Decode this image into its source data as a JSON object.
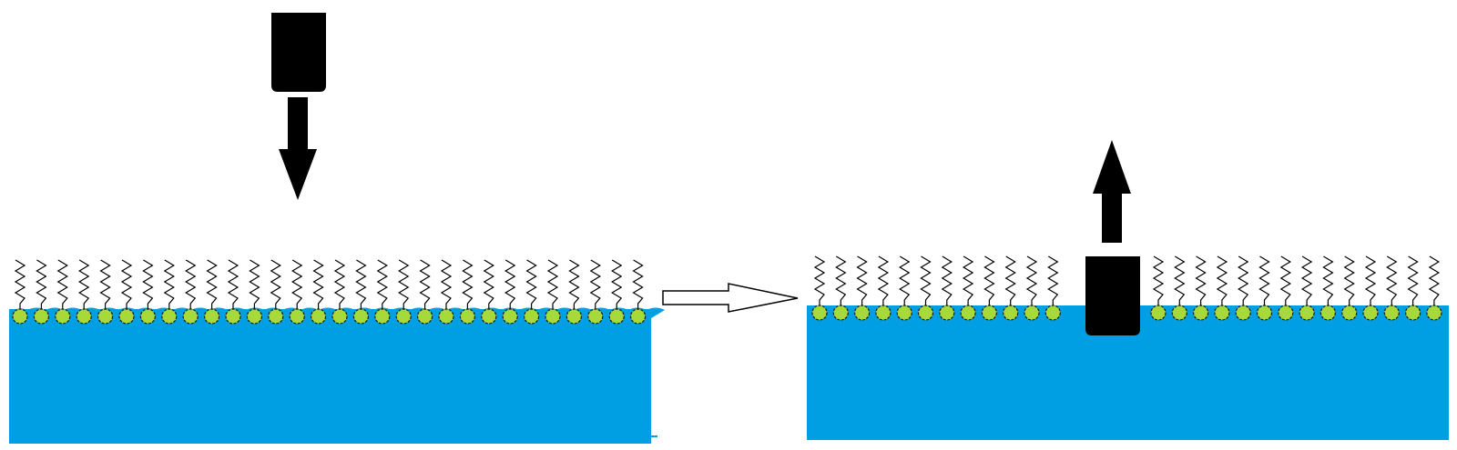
{
  "colors": {
    "subphase": "#009fe3",
    "headgroup": "#a8d93a",
    "headgroup_outline": "#1a1a1a",
    "tail": "#000000",
    "probe": "#000000",
    "process_arrow_fill": "#ffffff",
    "process_arrow_stroke": "#000000"
  },
  "icons": {
    "probe": "probe-block-icon",
    "down_arrow": "arrow-down-icon",
    "up_arrow": "arrow-up-icon",
    "process_arrow": "arrow-right-outline-icon"
  },
  "panels": [
    {
      "name": "before-immersion",
      "molecule_count": 30,
      "probe_state": "lowering",
      "gap_in_monolayer": false
    },
    {
      "name": "after-withdrawal",
      "molecule_count": 26,
      "probe_state": "withdrawing",
      "gap_in_monolayer": true
    }
  ]
}
